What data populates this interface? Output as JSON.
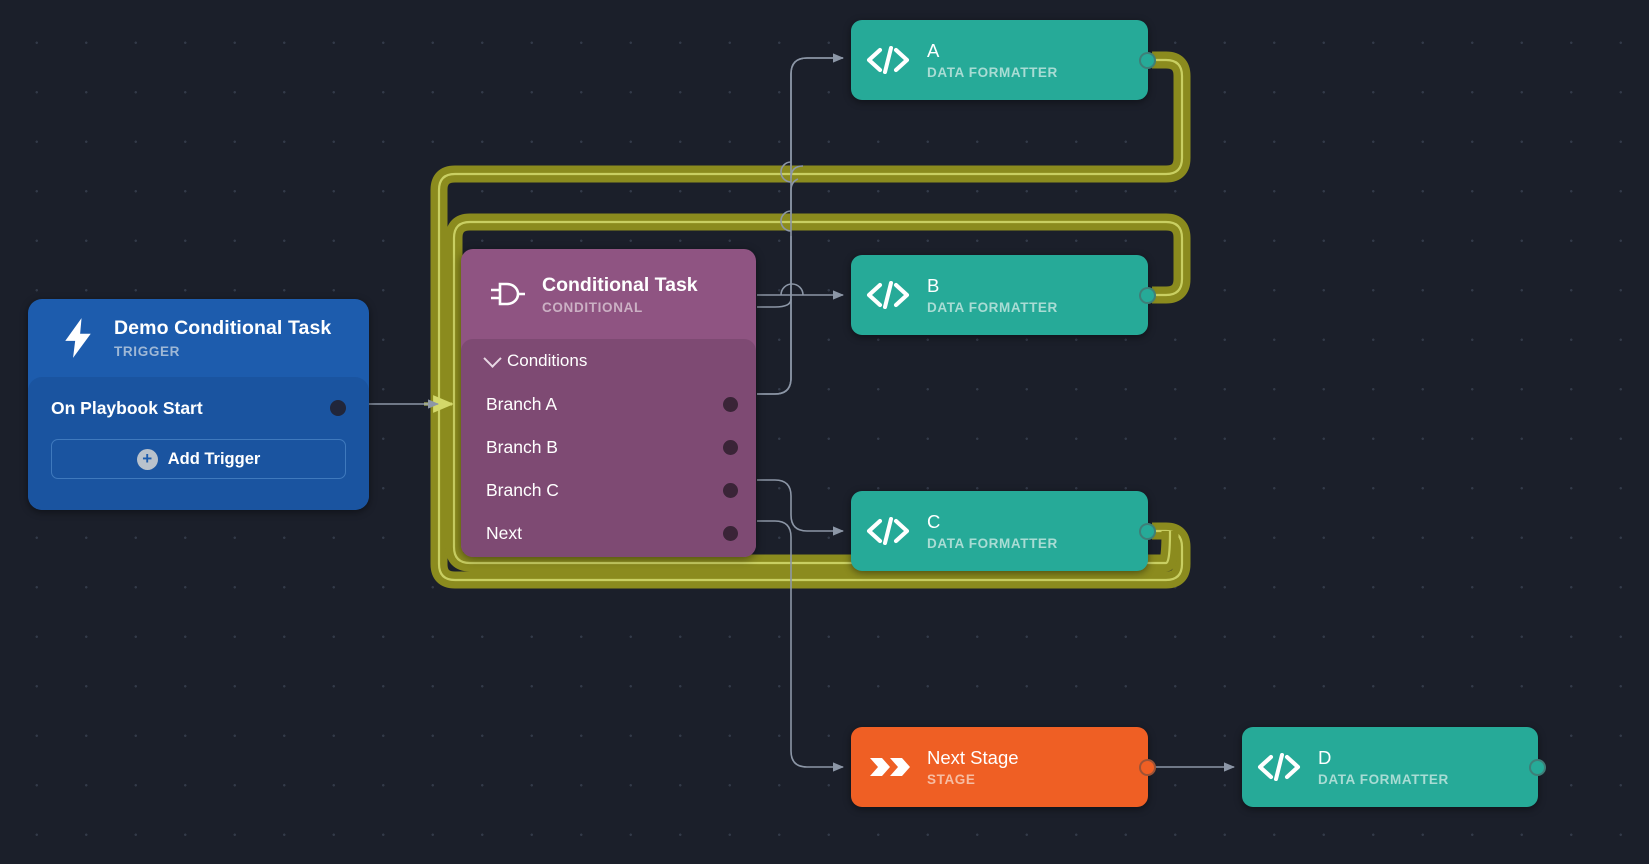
{
  "canvas": {
    "background_color": "#1b1f2a",
    "grid_dot_color": "#333a49"
  },
  "colors": {
    "trigger": "#1d5cad",
    "conditional": "#8f5482",
    "data_formatter": "#26aa98",
    "stage": "#ef5f24",
    "loop_edge": "#8b8b1e",
    "loop_edge_inner": "#d3d86a",
    "edge": "#8c96a6"
  },
  "nodes": {
    "trigger": {
      "title": "Demo Conditional Task",
      "subtitle": "TRIGGER",
      "icon": "lightning-bolt-icon",
      "row_label": "On Playbook Start",
      "add_button": "Add Trigger",
      "add_button_icon": "plus-circle-icon"
    },
    "conditional": {
      "title": "Conditional Task",
      "subtitle": "CONDITIONAL",
      "icon": "logic-gate-icon",
      "section_label": "Conditions",
      "section_icon": "chevron-down-icon",
      "branches": [
        {
          "label": "Branch A"
        },
        {
          "label": "Branch B"
        },
        {
          "label": "Branch C"
        },
        {
          "label": "Next"
        }
      ]
    },
    "action_a": {
      "title": "A",
      "subtitle": "DATA FORMATTER",
      "icon": "code-brackets-icon"
    },
    "action_b": {
      "title": "B",
      "subtitle": "DATA FORMATTER",
      "icon": "code-brackets-icon"
    },
    "action_c": {
      "title": "C",
      "subtitle": "DATA FORMATTER",
      "icon": "code-brackets-icon"
    },
    "stage": {
      "title": "Next Stage",
      "subtitle": "STAGE",
      "icon": "double-chevron-icon"
    },
    "action_d": {
      "title": "D",
      "subtitle": "DATA FORMATTER",
      "icon": "code-brackets-icon"
    }
  }
}
